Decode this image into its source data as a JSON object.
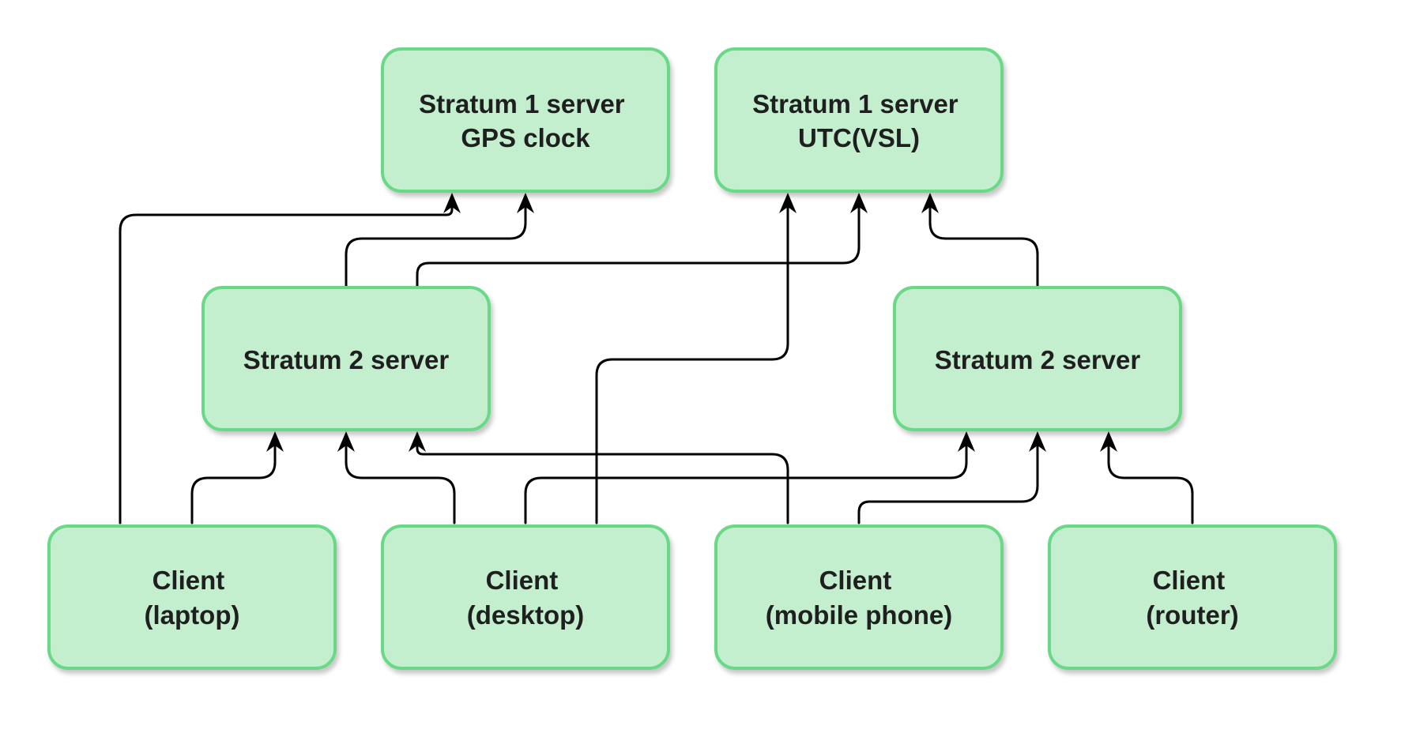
{
  "colors": {
    "node_fill": "#c3efce",
    "node_stroke": "#6bd987",
    "edge": "#000000",
    "text": "#1f1f1f"
  },
  "nodes": {
    "stratum1_gps": {
      "lines": [
        "Stratum 1 server",
        "GPS clock"
      ]
    },
    "stratum1_utc": {
      "lines": [
        "Stratum 1 server",
        "UTC(VSL)"
      ]
    },
    "stratum2_left": {
      "lines": [
        "Stratum 2 server"
      ]
    },
    "stratum2_right": {
      "lines": [
        "Stratum 2 server"
      ]
    },
    "client_laptop": {
      "lines": [
        "Client",
        "(laptop)"
      ]
    },
    "client_desktop": {
      "lines": [
        "Client",
        "(desktop)"
      ]
    },
    "client_mobile": {
      "lines": [
        "Client",
        "(mobile phone)"
      ]
    },
    "client_router": {
      "lines": [
        "Client",
        "(router)"
      ]
    }
  },
  "edges": [
    {
      "from": "client_laptop",
      "to": "stratum1_gps"
    },
    {
      "from": "client_laptop",
      "to": "stratum2_left"
    },
    {
      "from": "client_desktop",
      "to": "stratum2_left"
    },
    {
      "from": "client_desktop",
      "to": "stratum2_right"
    },
    {
      "from": "client_desktop",
      "to": "stratum1_utc"
    },
    {
      "from": "client_mobile",
      "to": "stratum2_left"
    },
    {
      "from": "client_mobile",
      "to": "stratum2_right"
    },
    {
      "from": "client_router",
      "to": "stratum2_right"
    },
    {
      "from": "stratum2_left",
      "to": "stratum1_gps"
    },
    {
      "from": "stratum2_left",
      "to": "stratum1_utc"
    },
    {
      "from": "stratum2_right",
      "to": "stratum1_utc"
    }
  ]
}
